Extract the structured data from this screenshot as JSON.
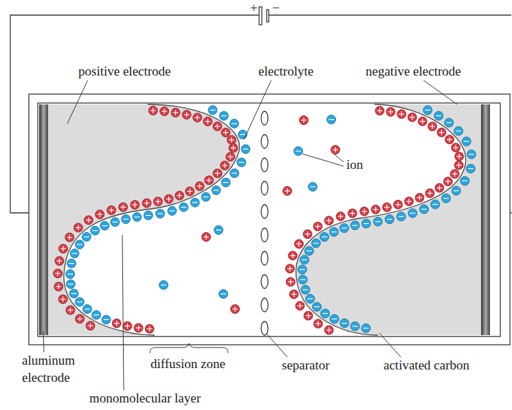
{
  "diagram": {
    "labels": [
      "+",
      "−",
      "positive electrode",
      "electrolyte",
      "negative electrode",
      "ion",
      "aluminum electrode",
      "monomolecular layer",
      "diffusion zone",
      "separator",
      "activated carbon"
    ]
  }
}
